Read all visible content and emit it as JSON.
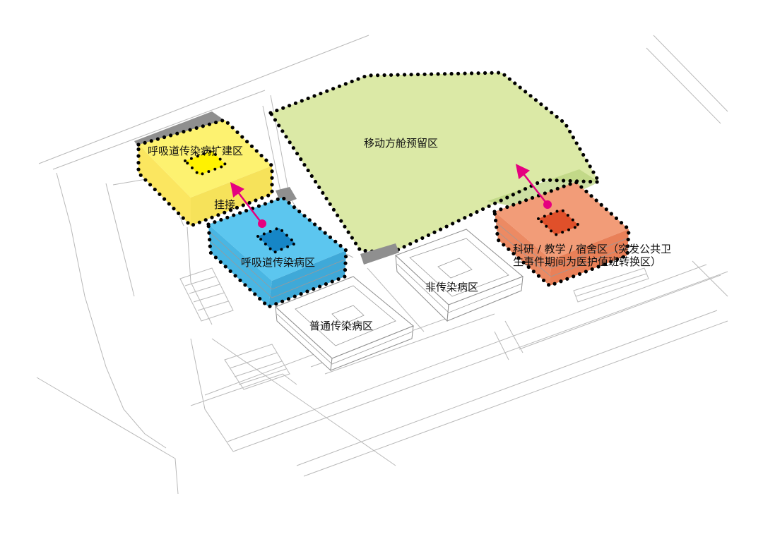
{
  "zones": {
    "mobile_cabin": "移动方舱预留区",
    "respiratory_expansion": "呼吸道传染病扩建区",
    "respiratory": "呼吸道传染病区",
    "general": "普通传染病区",
    "non_infectious": "非传染病区",
    "research_line1": "科研 / 教学 / 宿舍区（突发公共卫",
    "research_line2": "生事件期间为医护值班转换区）",
    "connection": "挂接"
  },
  "colors": {
    "mobile_cabin": "#dbe9a6",
    "respiratory_expansion": "#fdf270",
    "respiratory": "#5cc6ef",
    "research": "#f29c78",
    "arrow": "#e5007f",
    "dotted_outline": "#000000"
  },
  "icons": {
    "arrow": "arrow-up-left-icon"
  }
}
